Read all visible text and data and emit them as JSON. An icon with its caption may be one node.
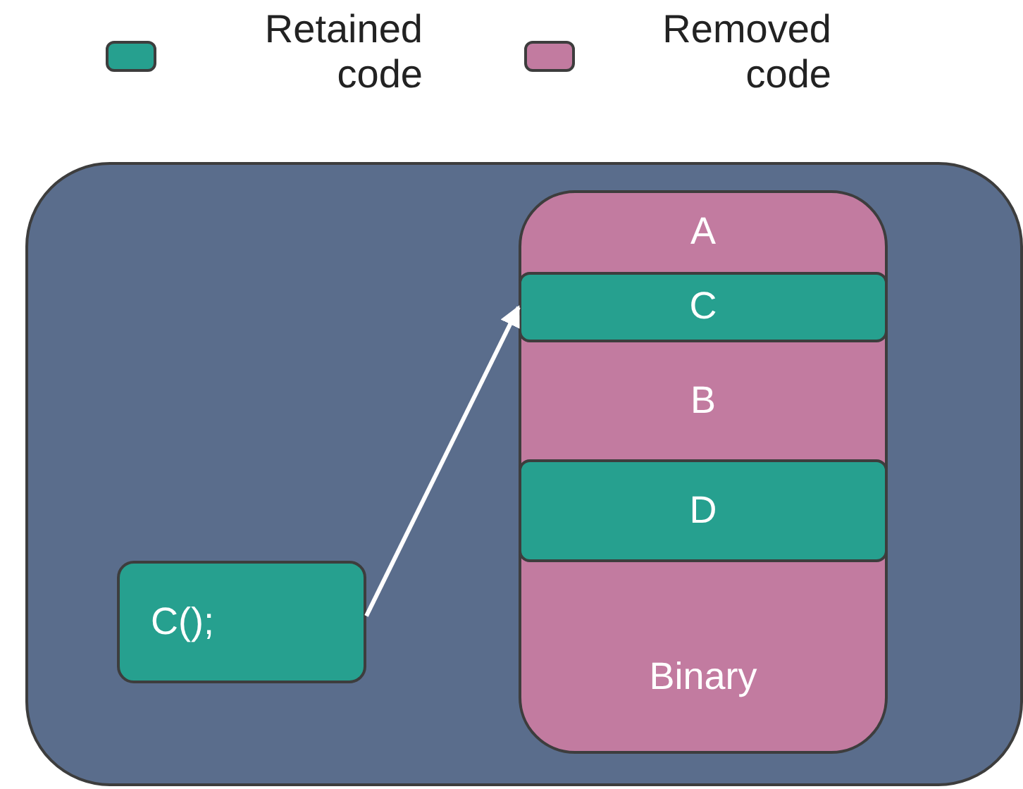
{
  "diagram": {
    "nodes": [
      {
        "text": [],
        "shape": "box"
      },
      {
        "text": [
          "C();"
        ],
        "in": 0
      },
      {
        "text": [
          "A",
          "B",
          "Binary"
        ],
        "in": 0
      },
      {
        "text": [
          "C"
        ],
        "in": 2
      },
      {
        "text": [
          "D"
        ],
        "in": 2
      }
    ],
    "edges": [
      {
        "from": 1,
        "to": 3,
        "arrow": "to"
      }
    ],
    "legend": [
      {
        "text": "Retained code",
        "color": "#26a08f"
      },
      {
        "text": "Removed code",
        "color": "#c27ba0"
      }
    ]
  }
}
